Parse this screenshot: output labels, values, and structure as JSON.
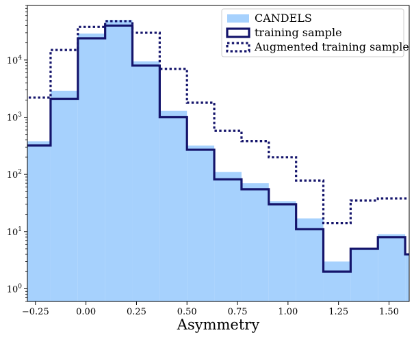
{
  "chart_data": {
    "type": "histogram",
    "xlabel": "Asymmetry",
    "ylabel": "",
    "xlim": [
      -0.29,
      1.6
    ],
    "ylim": [
      0.6,
      90000
    ],
    "yscale": "log",
    "bin_edges": [
      -0.31,
      -0.175,
      -0.04,
      0.095,
      0.23,
      0.365,
      0.5,
      0.635,
      0.77,
      0.905,
      1.04,
      1.175,
      1.31,
      1.445,
      1.58,
      1.715
    ],
    "x_ticks": [
      -0.25,
      0.0,
      0.25,
      0.5,
      0.75,
      1.0,
      1.25,
      1.5
    ],
    "x_tick_labels": [
      "−0.25",
      "0.00",
      "0.25",
      "0.50",
      "0.75",
      "1.00",
      "1.25",
      "1.50"
    ],
    "y_ticks": [
      1,
      10,
      100,
      1000,
      10000
    ],
    "y_tick_labels": [
      {
        "base": "10",
        "exp": "0"
      },
      {
        "base": "10",
        "exp": "1"
      },
      {
        "base": "10",
        "exp": "2"
      },
      {
        "base": "10",
        "exp": "3"
      },
      {
        "base": "10",
        "exp": "4"
      }
    ],
    "legend_position": "top-right",
    "grid": false,
    "series": [
      {
        "name": "CANDELS",
        "style": "filled",
        "color": "#a6d1fd",
        "values": [
          380,
          2900,
          29000,
          50000,
          9500,
          1300,
          320,
          110,
          70,
          34,
          17,
          3,
          5,
          9,
          4
        ]
      },
      {
        "name": "training sample",
        "style": "solid",
        "color": "#14146b",
        "values": [
          320,
          2100,
          24000,
          40000,
          8000,
          1000,
          270,
          82,
          55,
          30,
          11,
          2,
          5,
          8,
          4
        ]
      },
      {
        "name": "Augmented training sample",
        "style": "dotted",
        "color": "#14146b",
        "values": [
          2200,
          15000,
          38000,
          48000,
          30000,
          7000,
          1800,
          580,
          380,
          200,
          78,
          14,
          35,
          38,
          38
        ]
      }
    ]
  }
}
